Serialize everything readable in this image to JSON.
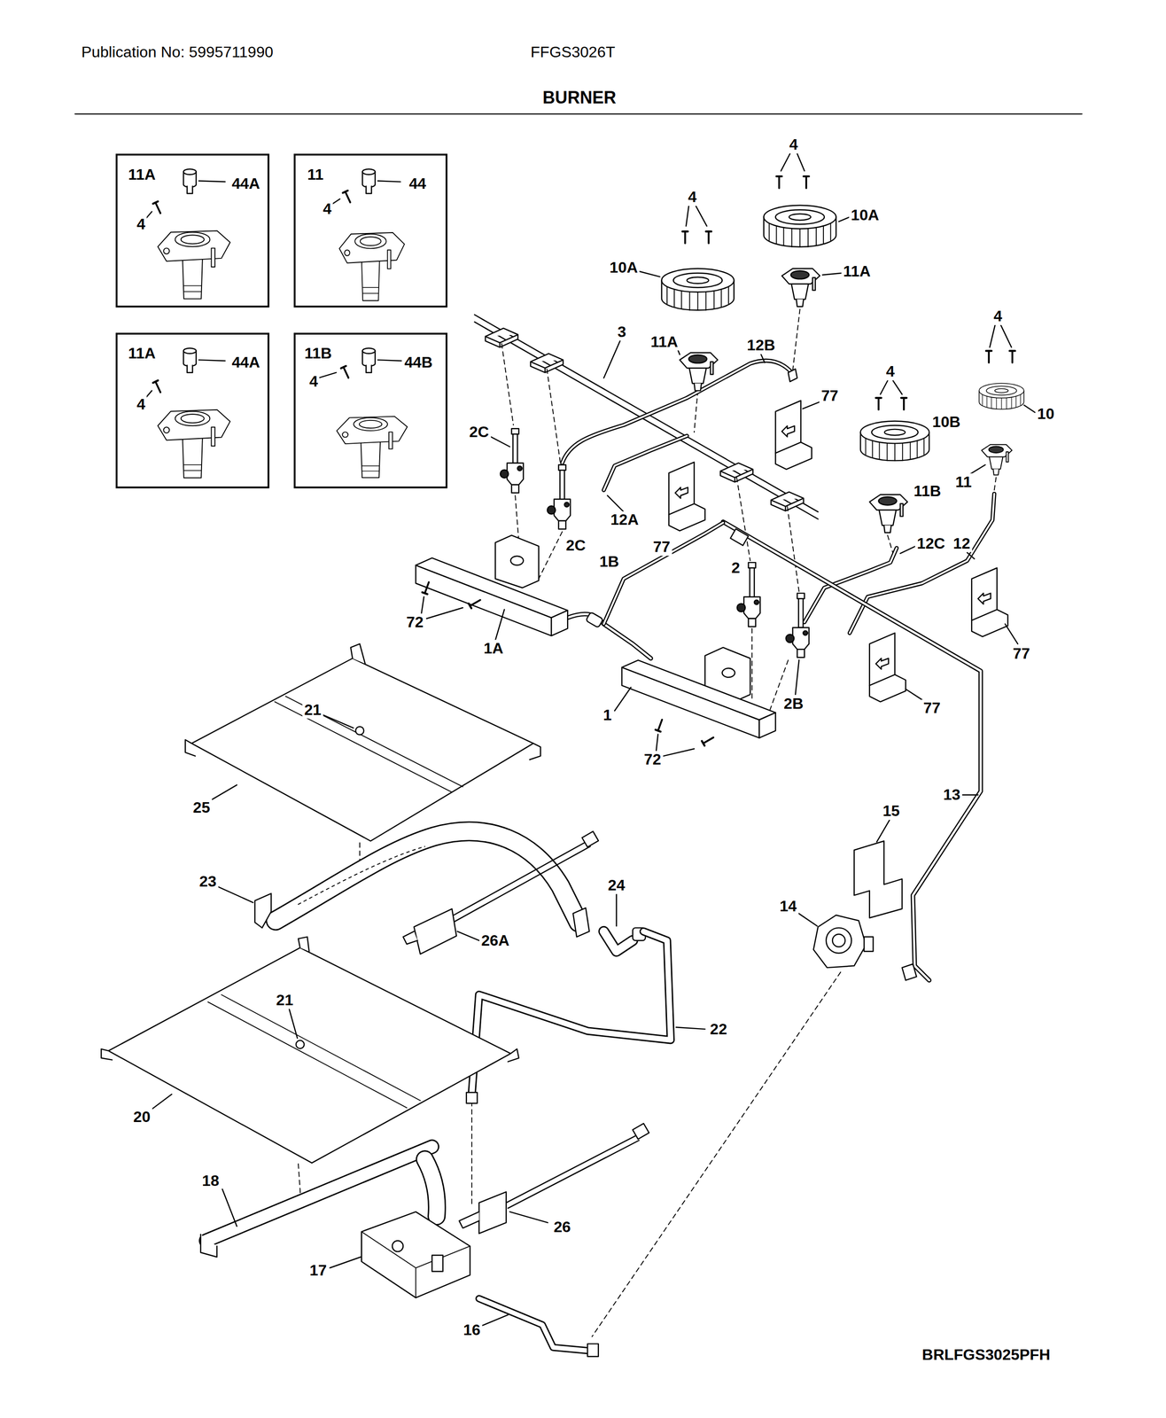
{
  "diagram": {
    "title": "BURNER",
    "nodes": [
      {
        "text": [
          "11A",
          "44A",
          "4"
        ]
      },
      {
        "text": [
          "11",
          "44",
          "4"
        ]
      },
      {
        "text": [
          "11A",
          "44A",
          "4"
        ]
      },
      {
        "text": [
          "11B",
          "44B",
          "4"
        ]
      }
    ],
    "labels": [
      "Publication No: 5995711990",
      "FFGS3026T",
      "4",
      "4",
      "10A",
      "10A",
      "11A",
      "11A",
      "3",
      "12B",
      "4",
      "77",
      "4",
      "10B",
      "10",
      "2C",
      "11",
      "11B",
      "12A",
      "77",
      "2C",
      "12",
      "12C",
      "1B",
      "2",
      "72",
      "1A",
      "77",
      "77",
      "1",
      "2B",
      "72",
      "21",
      "25",
      "13",
      "15",
      "24",
      "23",
      "14",
      "26A",
      "21",
      "22",
      "20",
      "18",
      "26",
      "17",
      "16",
      "BRLFGS3025PFH"
    ]
  }
}
